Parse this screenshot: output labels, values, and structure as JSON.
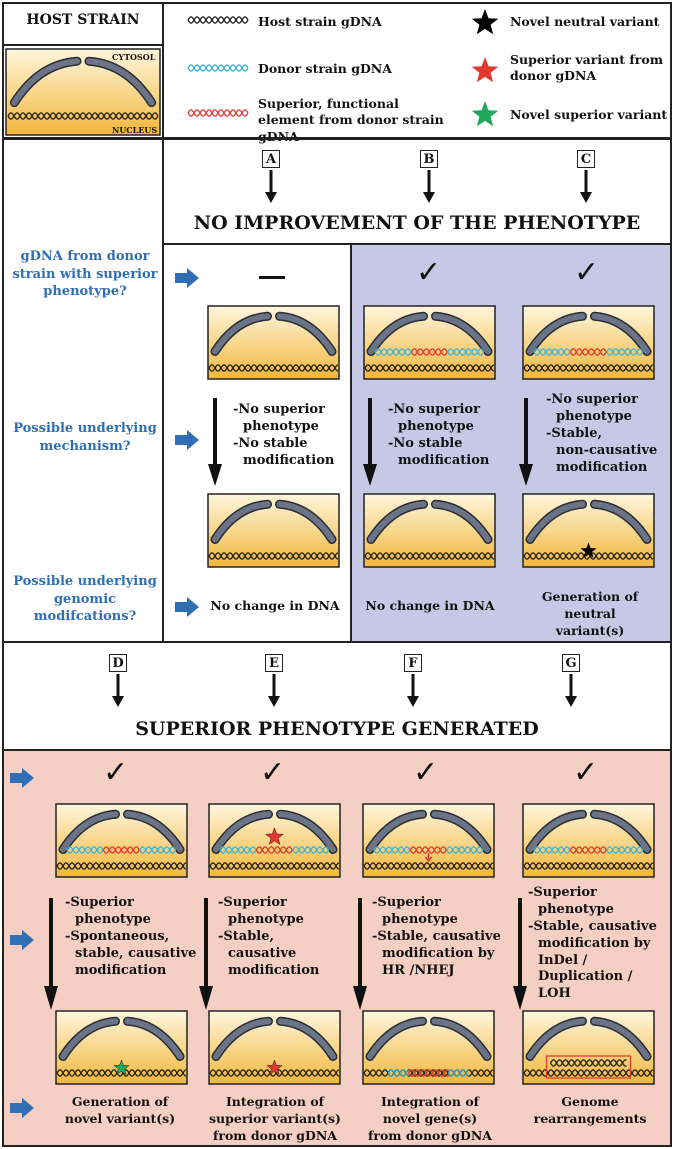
{
  "legend": {
    "host_strain_title": "HOST STRAIN",
    "cytosol_label": "CYTOSOL",
    "nucleus_label": "NUCLEUS",
    "items": [
      "Host strain gDNA",
      "Donor strain gDNA",
      "Superior, functional element from donor strain gDNA",
      "Novel neutral variant",
      "Superior variant from donor gDNA",
      "Novel superior variant"
    ]
  },
  "top_letters": [
    "A",
    "B",
    "C"
  ],
  "top_heading": "NO IMPROVEMENT OF THE PHENOTYPE",
  "questions": [
    "gDNA from donor strain with superior phenotype?",
    "Possible underlying mechanism?",
    "Possible underlying genomic modifcations?"
  ],
  "col_a": {
    "mark": "—",
    "desc": [
      "-No superior",
      "phenotype",
      "-No stable",
      "modification"
    ],
    "result": "No change in DNA"
  },
  "col_b": {
    "mark": "✓",
    "desc": [
      "-No superior",
      "phenotype",
      "-No stable",
      "modification"
    ],
    "result": "No change in DNA"
  },
  "col_c": {
    "mark": "✓",
    "desc": [
      "-No superior",
      "phenotype",
      "-Stable,",
      "non-causative",
      "modification"
    ],
    "result": "Generation of neutral variant(s)"
  },
  "bottom_letters": [
    "D",
    "E",
    "F",
    "G"
  ],
  "bottom_heading": "SUPERIOR PHENOTYPE GENERATED",
  "col_d": {
    "mark": "✓",
    "desc": [
      "-Superior",
      "phenotype",
      "-Spontaneous,",
      "stable, causative",
      "modification"
    ],
    "result": "Generation of novel variant(s)"
  },
  "col_e": {
    "mark": "✓",
    "desc": [
      "-Superior",
      "phenotype",
      "-Stable,",
      "causative",
      "modification"
    ],
    "result": "Integration of superior variant(s) from donor gDNA"
  },
  "col_f": {
    "mark": "✓",
    "desc": [
      "-Superior",
      "phenotype",
      "-Stable, causative",
      "modification by",
      "HR /NHEJ"
    ],
    "result": "Integration of novel gene(s) from donor gDNA"
  },
  "col_g": {
    "mark": "✓",
    "desc": [
      "-Superior",
      "phenotype",
      "-Stable, causative",
      "modification by",
      "InDel / Duplication /",
      "LOH"
    ],
    "result": "Genome rearrangements"
  },
  "colors": {
    "question_blue": "#2f6fb3",
    "purple_panel": "#c7c8e6",
    "pink_panel": "#f6cfc4",
    "host_dna": "#222222",
    "donor_dna": "#3bb3d6",
    "superior_dna": "#e0392e",
    "star_black": "#000000",
    "star_red": "#e0392e",
    "star_green": "#1fa85a"
  }
}
